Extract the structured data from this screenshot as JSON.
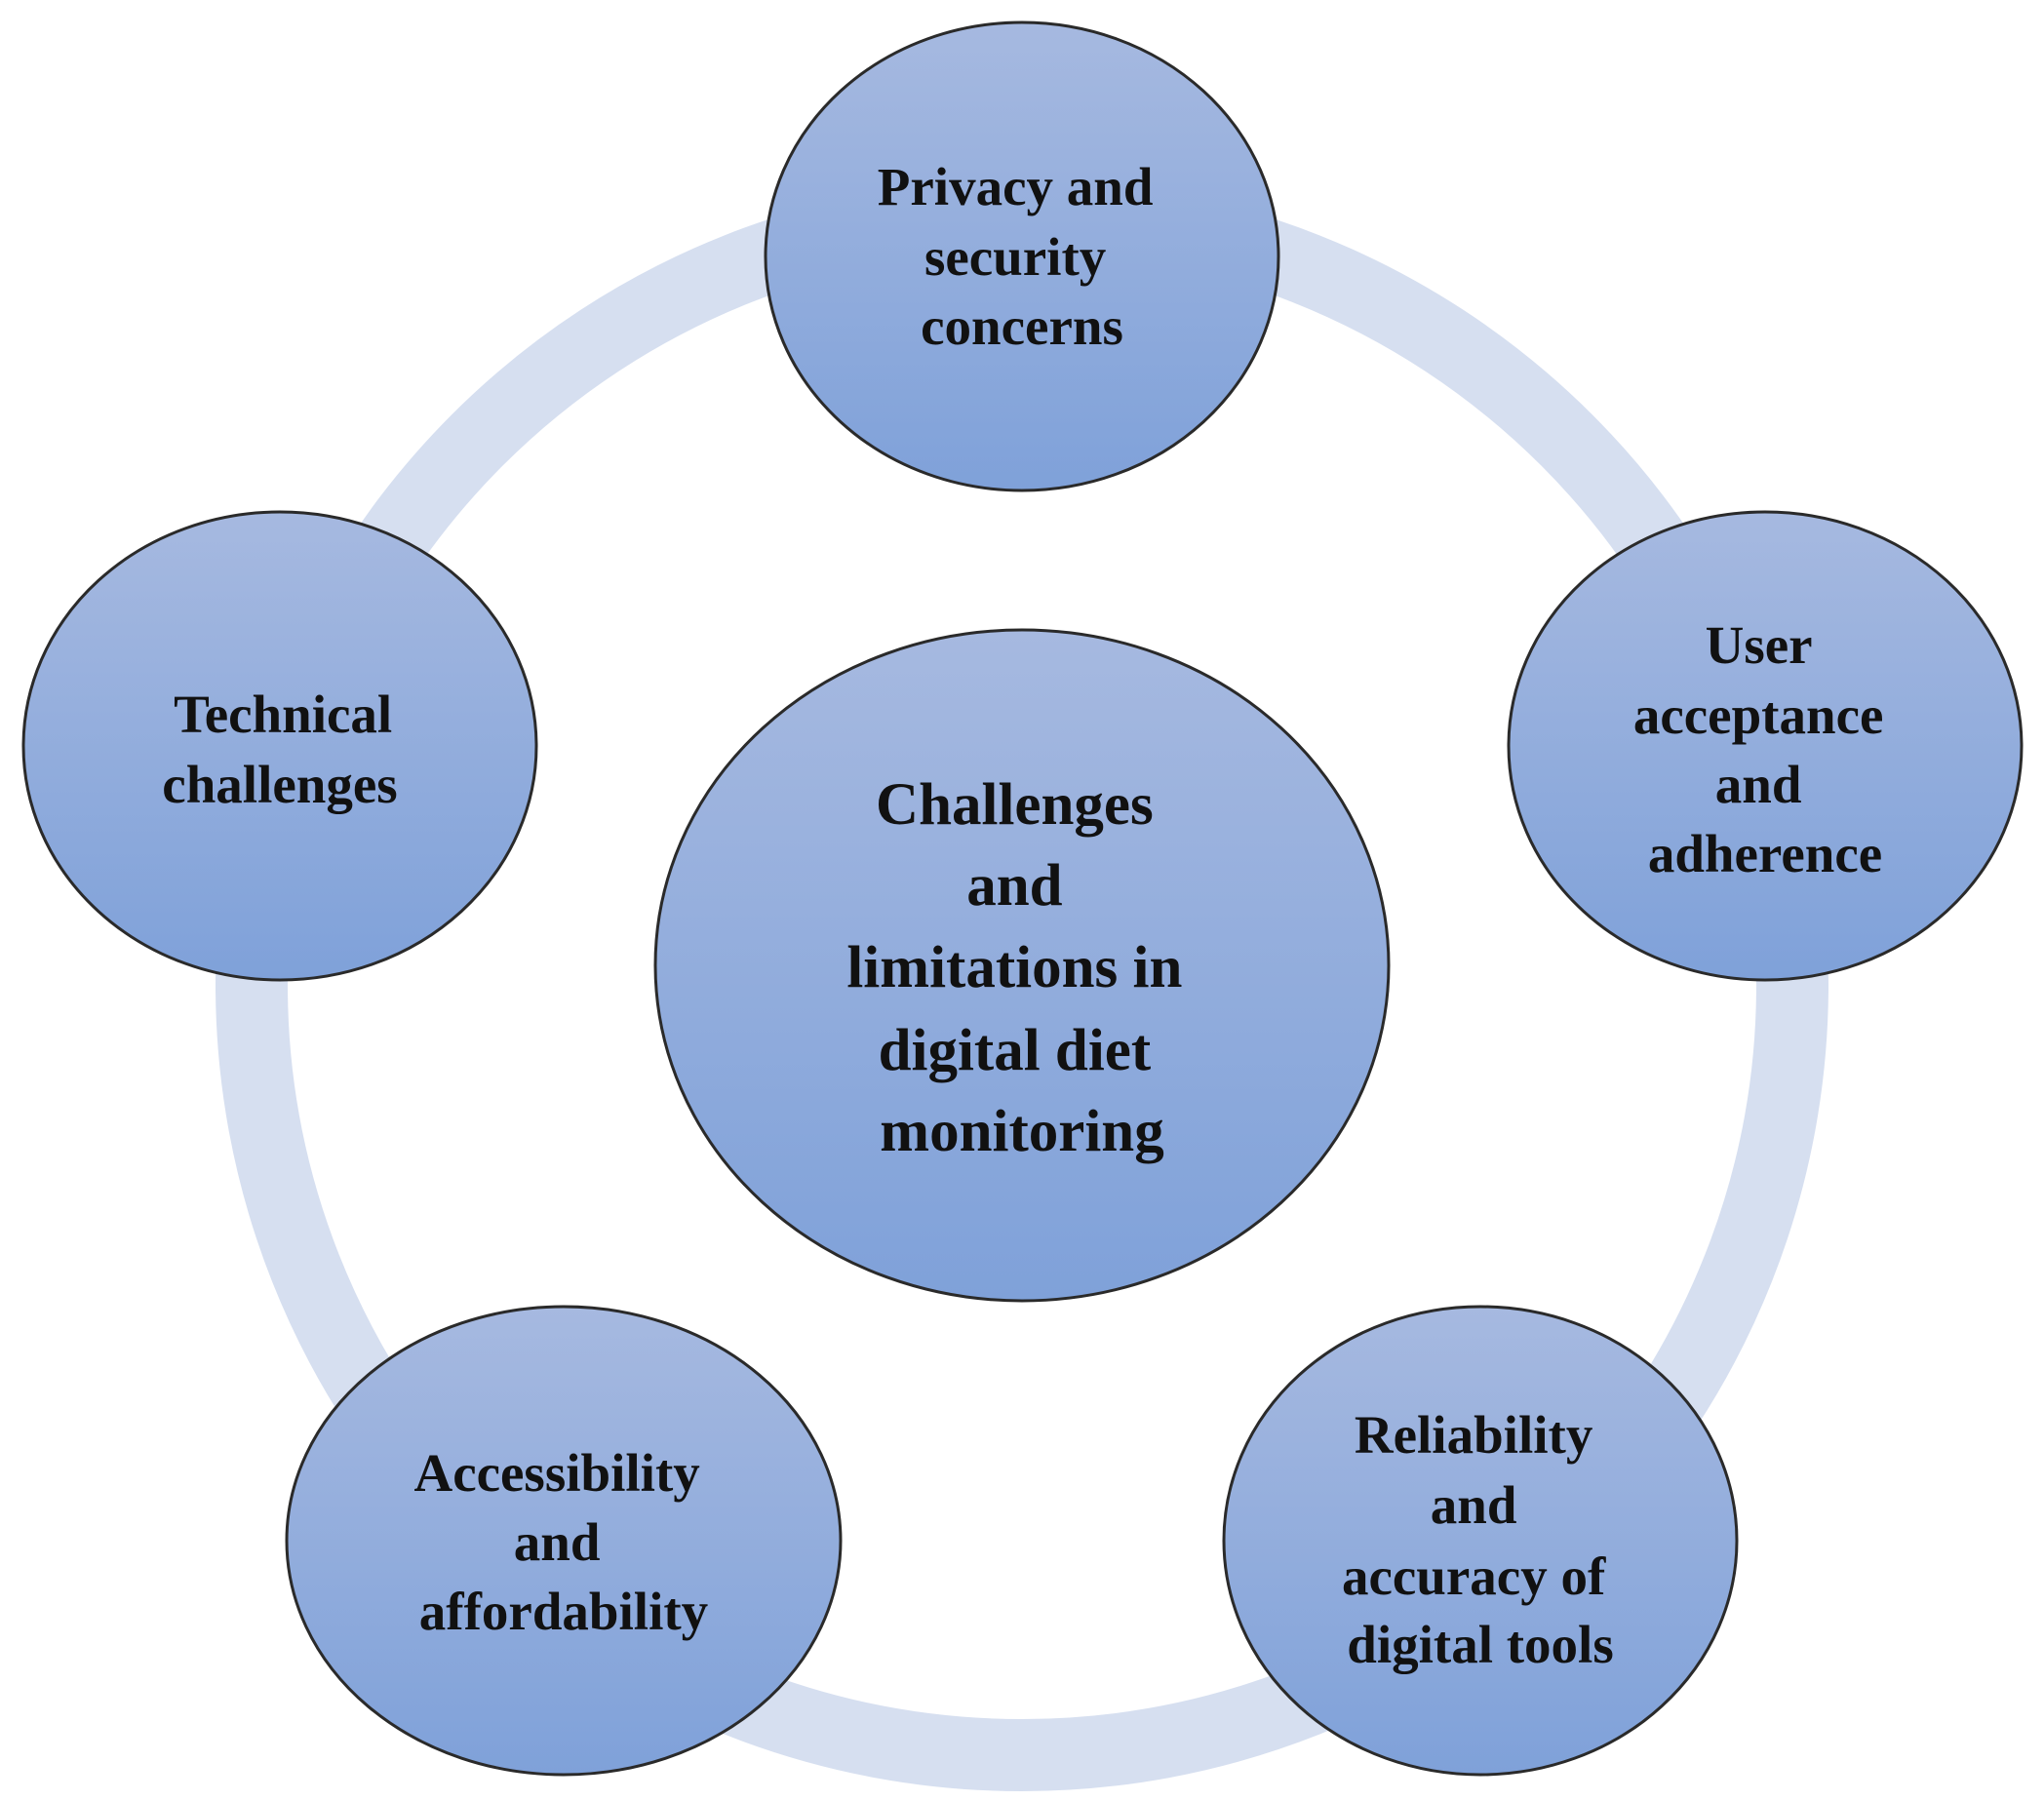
{
  "colors": {
    "background": "#ffffff",
    "ring": "#d6dff0",
    "node_fill_top": "#a6b9e0",
    "node_fill_bottom": "#7fa1d9",
    "node_outline": "#2a2a2a",
    "text": "#111111"
  },
  "center": {
    "lines": [
      "Challenges",
      "and",
      "limitations in",
      "digital diet",
      "monitoring"
    ]
  },
  "nodes": [
    {
      "id": "privacy",
      "lines": [
        "Privacy and",
        "security",
        "concerns"
      ]
    },
    {
      "id": "user",
      "lines": [
        "User",
        "acceptance",
        "and",
        "adherence"
      ]
    },
    {
      "id": "reliability",
      "lines": [
        "Reliability",
        "and",
        "accuracy of",
        "digital tools"
      ]
    },
    {
      "id": "accessibility",
      "lines": [
        "Accessibility",
        "and",
        "affordability"
      ]
    },
    {
      "id": "technical",
      "lines": [
        "Technical",
        "challenges"
      ]
    }
  ]
}
